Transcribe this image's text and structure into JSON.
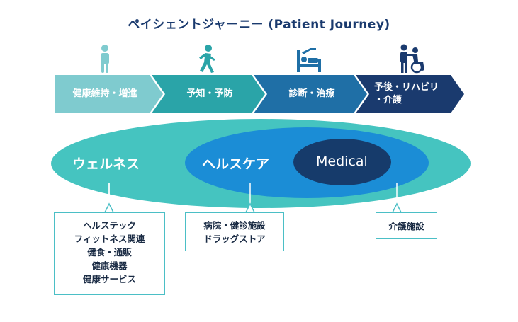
{
  "title": "ペイシェントジャーニー (Patient Journey)",
  "stages": [
    {
      "label": "健康維持・増進"
    },
    {
      "label": "予知・予防"
    },
    {
      "label": "診断・治療"
    },
    {
      "label_line1": "予後・リハビリ",
      "label_line2": "・介護"
    }
  ],
  "ellipses": {
    "wellness": "ウェルネス",
    "healthcare": "ヘルスケア",
    "medical": "Medical"
  },
  "boxes": {
    "wellness": [
      "ヘルステック",
      "フィットネス関連",
      "健食・通販",
      "健康機器",
      "健康サービス"
    ],
    "healthcare": [
      "病院・健診施設",
      "ドラッグストア"
    ],
    "medical": [
      "介護施設"
    ]
  },
  "icons": [
    "person-standing-icon",
    "person-walking-icon",
    "patient-bed-icon",
    "caregiver-wheelchair-icon"
  ],
  "colors": {
    "stage1": "#7fcbcf",
    "stage2": "#2aa4a8",
    "stage3": "#1f6fa6",
    "stage4": "#1a3a6e",
    "wellness": "#45c4c0",
    "healthcare": "#1b8dd6",
    "medical": "#163b6b"
  }
}
